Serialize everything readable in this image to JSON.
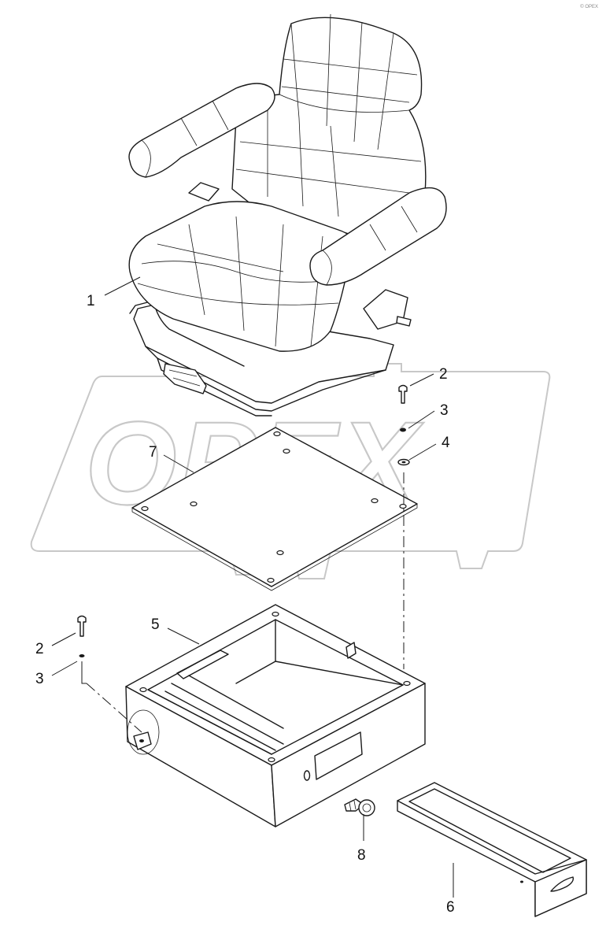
{
  "watermark": {
    "text": "OPEX"
  },
  "corner_mark": "© OPEX",
  "callouts": [
    {
      "id": "c1",
      "label": "1"
    },
    {
      "id": "c2a",
      "label": "2"
    },
    {
      "id": "c3a",
      "label": "3"
    },
    {
      "id": "c4",
      "label": "4"
    },
    {
      "id": "c7",
      "label": "7"
    },
    {
      "id": "c5",
      "label": "5"
    },
    {
      "id": "c2b",
      "label": "2"
    },
    {
      "id": "c3b",
      "label": "3"
    },
    {
      "id": "c8",
      "label": "8"
    },
    {
      "id": "c6",
      "label": "6"
    }
  ]
}
